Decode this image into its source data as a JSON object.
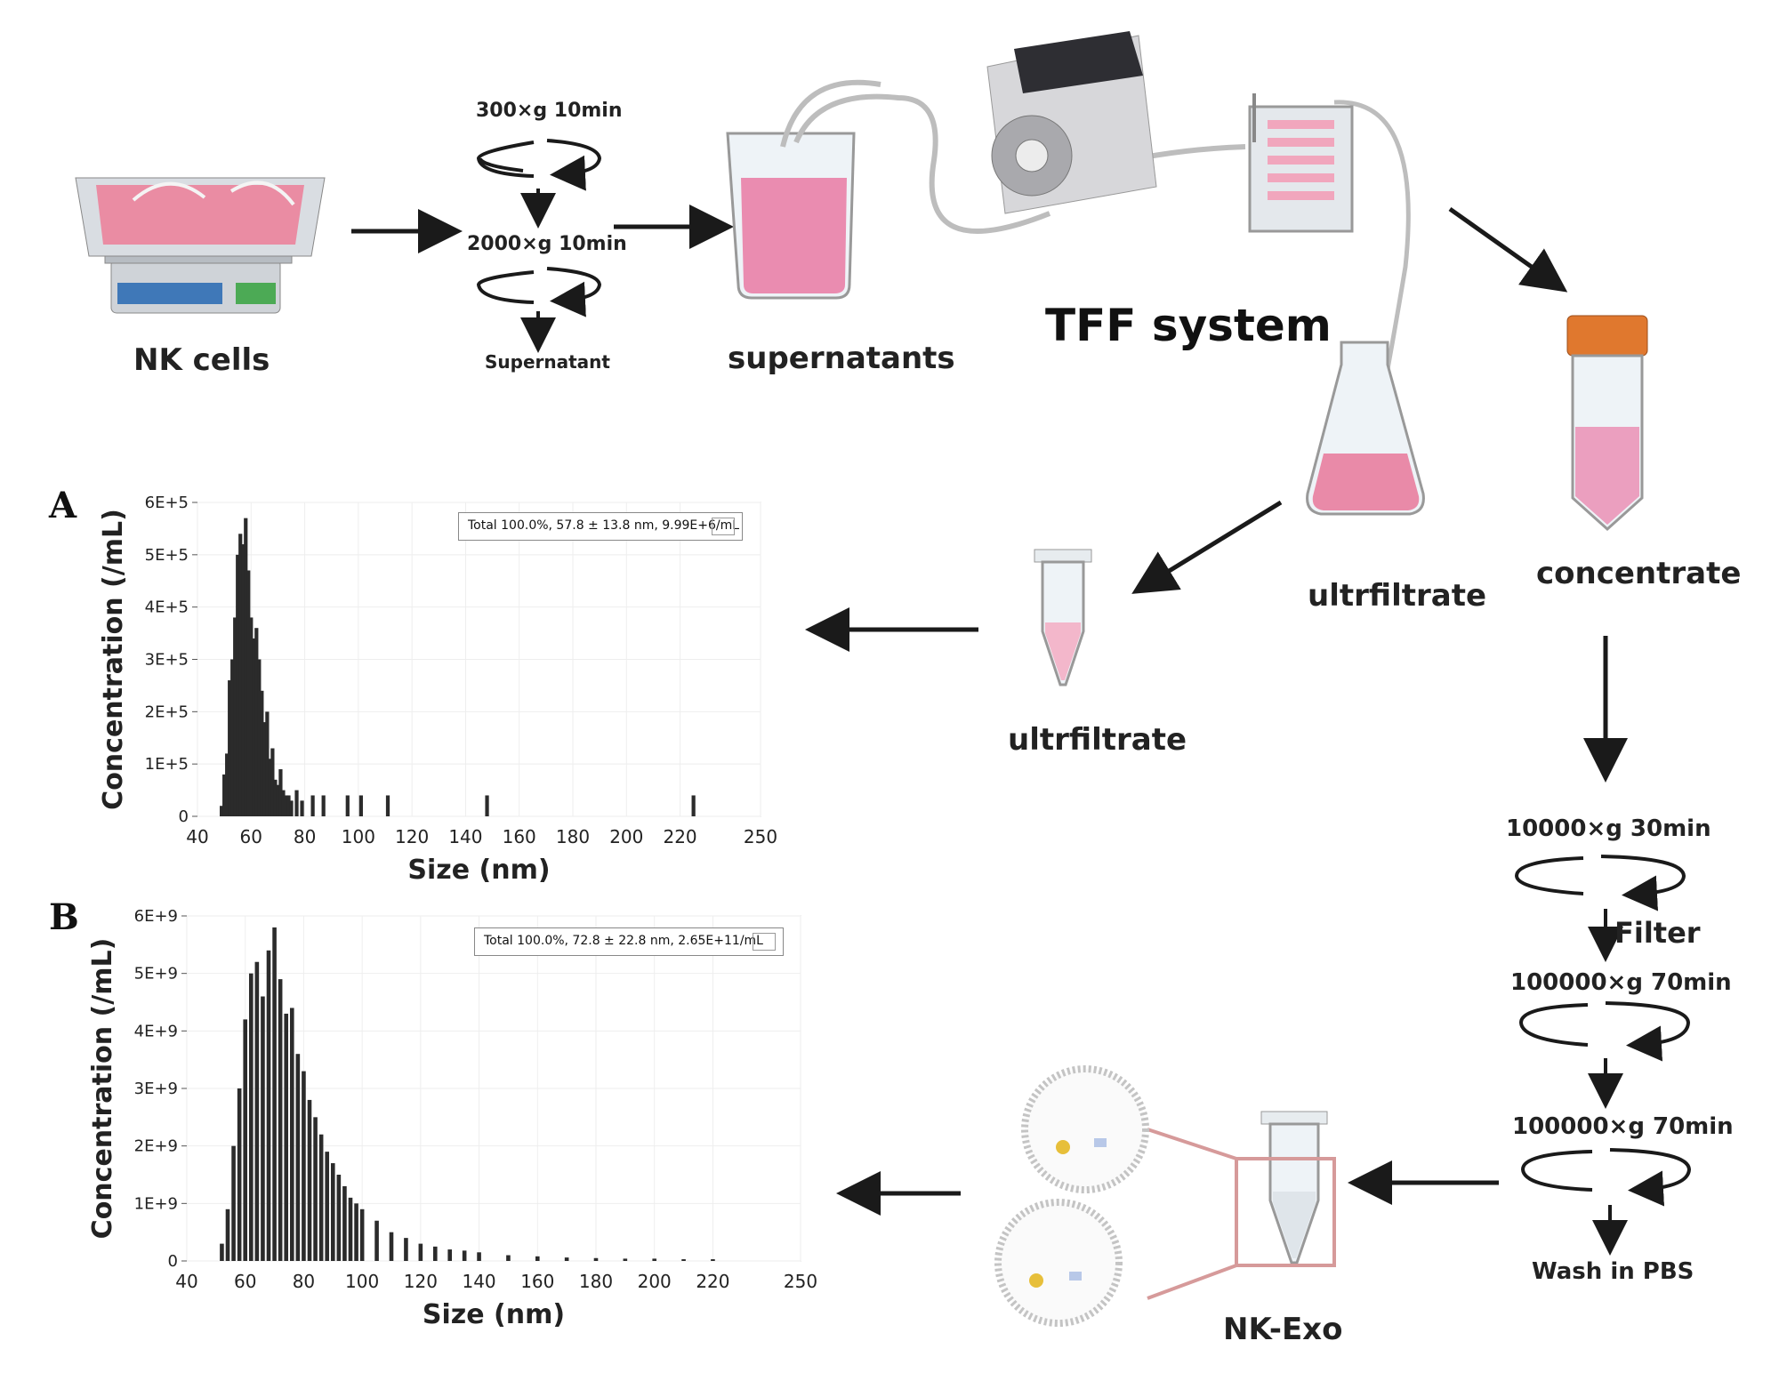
{
  "flow": {
    "nk_cells": "NK cells",
    "spin1": "300×g  10min",
    "spin2": "2000×g  10min",
    "supernatant_small": "Supernatant",
    "supernatants": "supernatants",
    "tff": "TFF system",
    "ultrafiltrate_right": "ultrfiltrate",
    "concentrate": "concentrate",
    "ultrafiltrate_mid": "ultrfiltrate",
    "spin3": "10000×g  30min",
    "filter": "Filter",
    "spin4": "100000×g  70min",
    "spin5": "100000×g  70min",
    "wash": "Wash in PBS",
    "nk_exo": "NK-Exo"
  },
  "colors": {
    "pink": "#e98aa8",
    "pink_light": "#f3c4d2",
    "arrow": "#1a1a1a",
    "bar": "#2b2b2b",
    "cap": "#e0782e",
    "box": "#d69a9a"
  },
  "chart_data": [
    {
      "panel": "A",
      "type": "bar",
      "ylabel": "Concentration (/mL)",
      "xlabel": "Size (nm)",
      "legend": "Total  100.0%,  57.8 ± 13.8 nm,  9.99E+6/mL",
      "xlim": [
        40,
        250
      ],
      "ylim": [
        0,
        600000
      ],
      "xticks": [
        "40",
        "60",
        "80",
        "100",
        "120",
        "140",
        "160",
        "180",
        "200",
        "220",
        "250"
      ],
      "yticks": [
        "0",
        "1E+5",
        "2E+5",
        "3E+5",
        "4E+5",
        "5E+5",
        "6E+5"
      ],
      "x": [
        49,
        50,
        51,
        52,
        53,
        54,
        55,
        56,
        57,
        58,
        59,
        60,
        61,
        62,
        63,
        64,
        65,
        66,
        67,
        68,
        69,
        70,
        71,
        72,
        73,
        74,
        75,
        77,
        79,
        83,
        87,
        96,
        101,
        111,
        148,
        225
      ],
      "values": [
        20000,
        80000,
        120000,
        260000,
        300000,
        380000,
        500000,
        540000,
        520000,
        570000,
        470000,
        380000,
        340000,
        360000,
        300000,
        240000,
        180000,
        200000,
        110000,
        130000,
        70000,
        60000,
        90000,
        50000,
        40000,
        40000,
        30000,
        50000,
        30000,
        40000,
        40000,
        40000,
        40000,
        40000,
        40000,
        40000
      ]
    },
    {
      "panel": "B",
      "type": "bar",
      "ylabel": "Concentration (/mL)",
      "xlabel": "Size (nm)",
      "legend": "Total  100.0%,  72.8 ± 22.8 nm,  2.65E+11/mL",
      "xlim": [
        40,
        250
      ],
      "ylim": [
        0,
        6000000000
      ],
      "xticks": [
        "40",
        "60",
        "80",
        "100",
        "120",
        "140",
        "160",
        "180",
        "200",
        "220",
        "250"
      ],
      "yticks": [
        "0",
        "1E+9",
        "2E+9",
        "3E+9",
        "4E+9",
        "5E+9",
        "6E+9"
      ],
      "x": [
        52,
        54,
        56,
        58,
        60,
        62,
        64,
        66,
        68,
        70,
        72,
        74,
        76,
        78,
        80,
        82,
        84,
        86,
        88,
        90,
        92,
        94,
        96,
        98,
        100,
        105,
        110,
        115,
        120,
        125,
        130,
        135,
        140,
        150,
        160,
        170,
        180,
        190,
        200,
        210,
        220
      ],
      "values": [
        300000000,
        900000000,
        2000000000,
        3000000000,
        4200000000,
        5000000000,
        5200000000,
        4600000000,
        5400000000,
        5800000000,
        4900000000,
        4300000000,
        4400000000,
        3600000000,
        3300000000,
        2800000000,
        2500000000,
        2200000000,
        1900000000,
        1700000000,
        1500000000,
        1300000000,
        1100000000,
        1000000000,
        900000000,
        700000000,
        500000000,
        400000000,
        300000000,
        250000000,
        200000000,
        180000000,
        150000000,
        100000000,
        80000000,
        60000000,
        50000000,
        40000000,
        40000000,
        30000000,
        30000000
      ]
    }
  ]
}
